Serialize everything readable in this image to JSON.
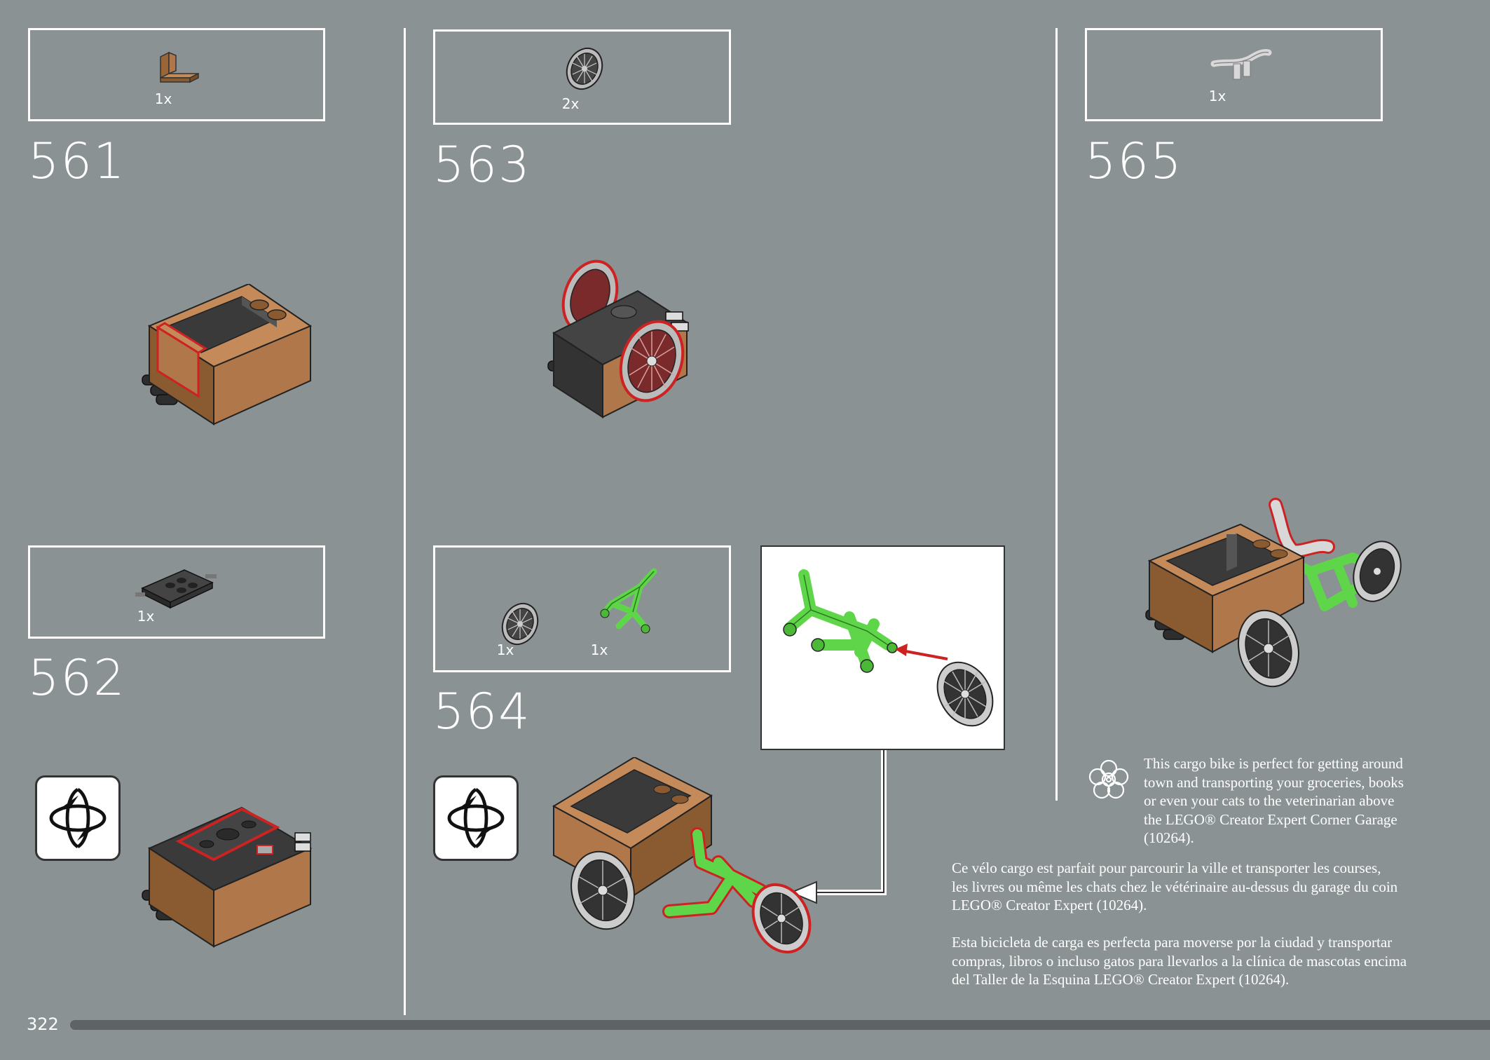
{
  "page": {
    "number": "322"
  },
  "steps": [
    {
      "id": "561",
      "number": "561",
      "parts": [
        {
          "name": "brown-bracket",
          "qty": "1x"
        }
      ]
    },
    {
      "id": "562",
      "number": "562",
      "parts": [
        {
          "name": "black-plate-with-pins",
          "qty": "1x"
        }
      ],
      "rotate": true
    },
    {
      "id": "563",
      "number": "563",
      "parts": [
        {
          "name": "spoked-wheel",
          "qty": "2x"
        }
      ]
    },
    {
      "id": "564",
      "number": "564",
      "parts": [
        {
          "name": "spoked-wheel",
          "qty": "1x"
        },
        {
          "name": "green-bike-frame",
          "qty": "1x"
        }
      ],
      "rotate": true
    },
    {
      "id": "565",
      "number": "565",
      "parts": [
        {
          "name": "grey-handlebar",
          "qty": "1x"
        }
      ]
    }
  ],
  "description": {
    "icon": "rose-emblem-icon",
    "english": [
      "This cargo bike is perfect for getting around",
      "town and transporting your groceries, books",
      "or even your cats to the veterinarian above",
      "the LEGO® Creator Expert Corner Garage",
      "(10264)."
    ],
    "french": [
      "Ce vélo cargo est parfait pour parcourir la ville et transporter les courses,",
      "les livres ou même les chats chez le vétérinaire au-dessus du garage du coin",
      "LEGO® Creator Expert (10264)."
    ],
    "spanish": [
      "Esta bicicleta de carga es perfecta para moverse por la ciudad y transportar",
      "compras, libros o incluso gatos para llevarlos a la clínica de mascotas encima",
      "del Taller de la Esquina LEGO® Creator Expert (10264)."
    ]
  },
  "colors": {
    "background": "#8a9294",
    "brick_brown": "#b0774a",
    "brick_black": "#3a3a3a",
    "bike_green": "#5fd64a",
    "highlight_red": "#cc2222",
    "progress_track": "#5e6466"
  }
}
